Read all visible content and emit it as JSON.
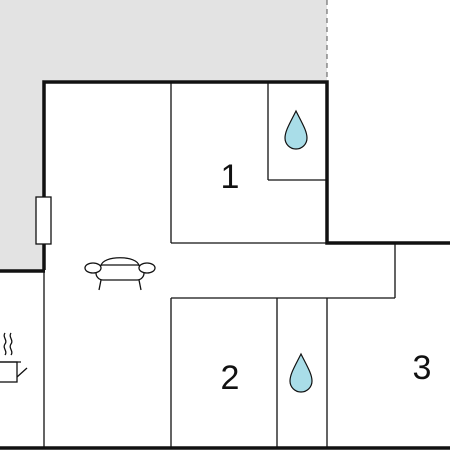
{
  "floorplan": {
    "rooms": [
      {
        "id": "bedroom-1",
        "label": "1"
      },
      {
        "id": "bedroom-2",
        "label": "2"
      },
      {
        "id": "bedroom-3",
        "label": "3"
      }
    ],
    "icons": {
      "bathroom_1": "water-drop-icon",
      "bathroom_2": "water-drop-icon",
      "living_room": "sofa-icon",
      "kitchen": "cooking-pot-icon",
      "door": "door-icon"
    },
    "colors": {
      "outdoor_terrace": "#e3e3e3",
      "wall": "#111111",
      "water_drop": "#a9dde8",
      "background": "#ffffff"
    }
  }
}
